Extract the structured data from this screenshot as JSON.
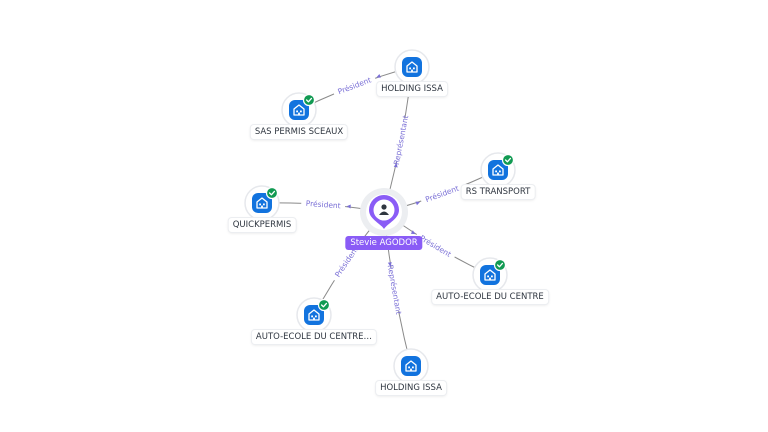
{
  "center": {
    "label": "Stevie AGODOR",
    "icon": "person-icon",
    "color": "#8a5cf6"
  },
  "companies": [
    {
      "id": "holding-issa-top",
      "label": "HOLDING ISSA",
      "verified": false
    },
    {
      "id": "sas-permis-sceaux",
      "label": "SAS PERMIS SCEAUX",
      "verified": true
    },
    {
      "id": "rs-transport",
      "label": "RS TRANSPORT",
      "verified": true
    },
    {
      "id": "quickpermis",
      "label": "QUICKPERMIS",
      "verified": true
    },
    {
      "id": "auto-ecole-right",
      "label": "AUTO-ECOLE DU CENTRE",
      "verified": true
    },
    {
      "id": "auto-ecole-left",
      "label": "AUTO-ECOLE DU CENTRE…",
      "verified": true
    },
    {
      "id": "holding-issa-bottom",
      "label": "HOLDING ISSA",
      "verified": false
    }
  ],
  "edges": [
    {
      "from": "center",
      "to": "holding-issa-top",
      "label": "Représentant"
    },
    {
      "from": "holding-issa-top",
      "to": "sas-permis-sceaux",
      "label": "Président"
    },
    {
      "from": "center",
      "to": "rs-transport",
      "label": "Président"
    },
    {
      "from": "center",
      "to": "quickpermis",
      "label": "Président"
    },
    {
      "from": "center",
      "to": "auto-ecole-right",
      "label": "Président"
    },
    {
      "from": "center",
      "to": "auto-ecole-left",
      "label": "Président"
    },
    {
      "from": "center",
      "to": "holding-issa-bottom",
      "label": "Représentant"
    }
  ],
  "colors": {
    "company_badge": "#1273de",
    "verified": "#119a52",
    "edge_label": "#7a6fd6"
  },
  "icons": {
    "company": "building-icon",
    "verified": "check-icon"
  }
}
